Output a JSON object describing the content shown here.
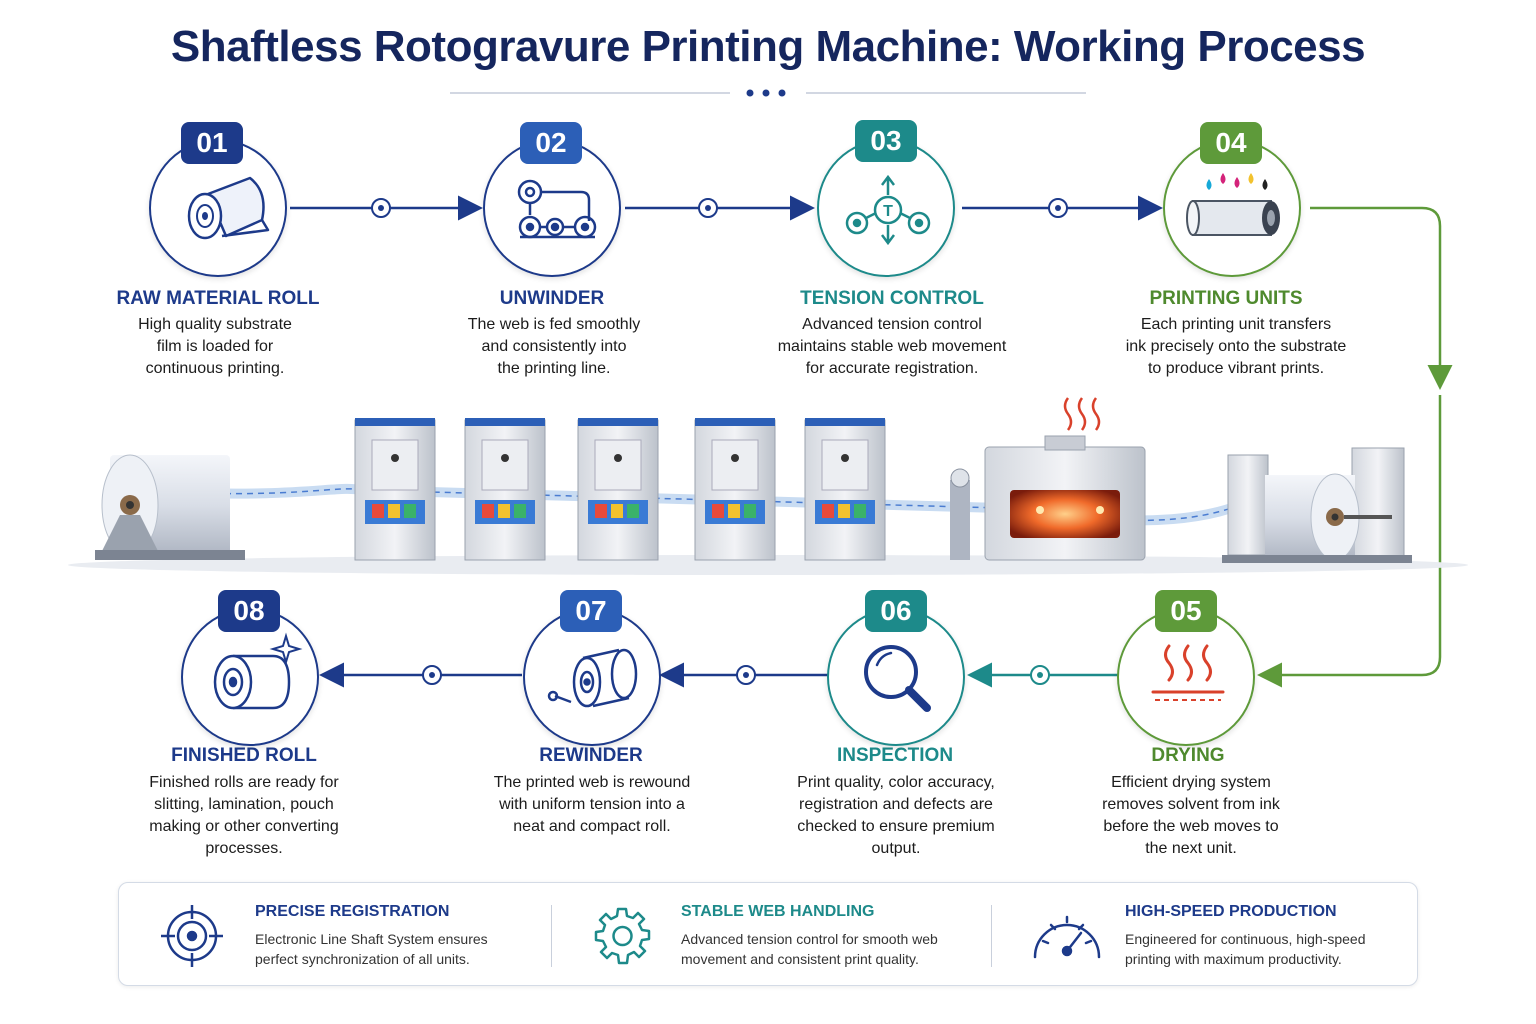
{
  "title": "Shaftless Rotogravure Printing Machine: Working Process",
  "colors": {
    "navy": "#1d3a8a",
    "blue": "#2c5fb7",
    "teal": "#1d8a8a",
    "green": "#5e9a3a",
    "red": "#d9412b",
    "dark": "#15265e"
  },
  "steps": [
    {
      "number": "01",
      "title": "RAW MATERIAL ROLL",
      "description": [
        "High quality substrate",
        "film is loaded for",
        "continuous printing."
      ],
      "icon": "film-roll-icon"
    },
    {
      "number": "02",
      "title": "UNWINDER",
      "description": [
        "The web is fed smoothly",
        "and consistently into",
        "the printing line."
      ],
      "icon": "unwinder-icon"
    },
    {
      "number": "03",
      "title": "TENSION CONTROL",
      "description": [
        "Advanced tension control",
        "maintains stable web movement",
        "for accurate registration."
      ],
      "icon": "tension-icon"
    },
    {
      "number": "04",
      "title": "PRINTING UNITS",
      "description": [
        "Each printing unit transfers",
        "ink precisely onto the substrate",
        "to produce vibrant prints."
      ],
      "icon": "ink-cylinder-icon"
    },
    {
      "number": "05",
      "title": "DRYING",
      "description": [
        "Efficient drying system",
        "removes solvent from ink",
        "before the web moves to",
        "the next unit."
      ],
      "icon": "heat-icon"
    },
    {
      "number": "06",
      "title": "INSPECTION",
      "description": [
        "Print quality, color accuracy,",
        "registration and defects are",
        "checked to ensure premium",
        "output."
      ],
      "icon": "magnifier-icon"
    },
    {
      "number": "07",
      "title": "REWINDER",
      "description": [
        "The printed web is rewound",
        "with uniform tension into a",
        "neat and compact roll."
      ],
      "icon": "rewinder-icon"
    },
    {
      "number": "08",
      "title": "FINISHED ROLL",
      "description": [
        "Finished rolls are ready for",
        "slitting, lamination, pouch",
        "making or other converting",
        "processes."
      ],
      "icon": "sparkle-roll-icon"
    }
  ],
  "features": [
    {
      "title": "PRECISE REGISTRATION",
      "description": [
        "Electronic Line Shaft System ensures",
        "perfect synchronization of all units."
      ],
      "icon": "target-icon"
    },
    {
      "title": "STABLE WEB HANDLING",
      "description": [
        "Advanced tension control for smooth web",
        "movement and consistent print quality."
      ],
      "icon": "gear-icon"
    },
    {
      "title": "HIGH-SPEED PRODUCTION",
      "description": [
        "Engineered for continuous, high-speed",
        "printing with maximum productivity."
      ],
      "icon": "speedometer-icon"
    }
  ]
}
